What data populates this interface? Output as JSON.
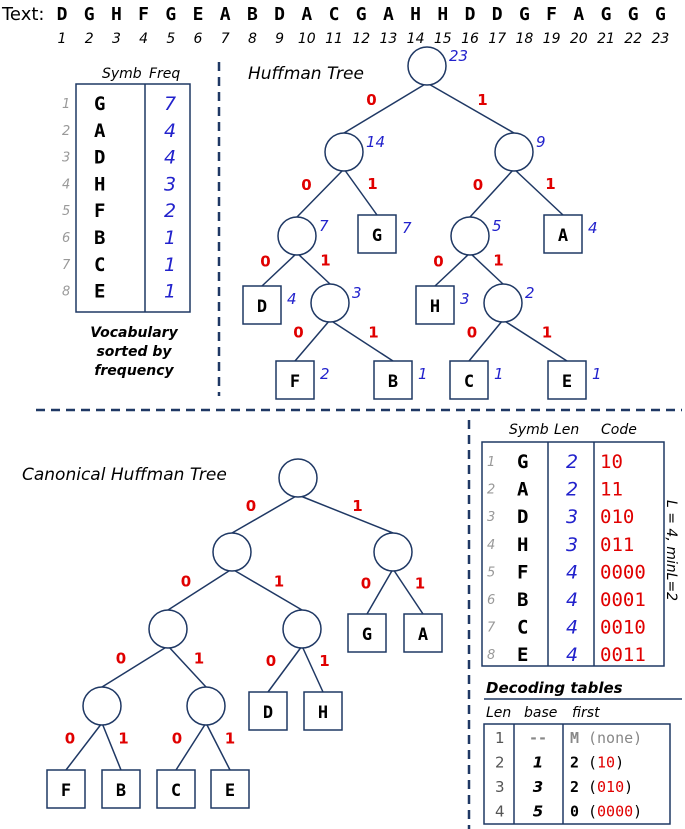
{
  "text_row": {
    "label": "Text:",
    "chars": [
      "D",
      "G",
      "H",
      "F",
      "G",
      "E",
      "A",
      "B",
      "D",
      "A",
      "C",
      "G",
      "A",
      "H",
      "H",
      "D",
      "D",
      "G",
      "F",
      "A",
      "G",
      "G",
      "G"
    ],
    "indices": [
      "1",
      "2",
      "3",
      "4",
      "5",
      "6",
      "7",
      "8",
      "9",
      "10",
      "11",
      "12",
      "13",
      "14",
      "15",
      "16",
      "17",
      "18",
      "19",
      "20",
      "21",
      "22",
      "23"
    ]
  },
  "vocab_table": {
    "headers": [
      "Symb",
      "Freq"
    ],
    "rows": [
      {
        "n": "1",
        "sym": "G",
        "freq": "7"
      },
      {
        "n": "2",
        "sym": "A",
        "freq": "4"
      },
      {
        "n": "3",
        "sym": "D",
        "freq": "4"
      },
      {
        "n": "4",
        "sym": "H",
        "freq": "3"
      },
      {
        "n": "5",
        "sym": "F",
        "freq": "2"
      },
      {
        "n": "6",
        "sym": "B",
        "freq": "1"
      },
      {
        "n": "7",
        "sym": "C",
        "freq": "1"
      },
      {
        "n": "8",
        "sym": "E",
        "freq": "1"
      }
    ],
    "caption": [
      "Vocabulary",
      "sorted by",
      "frequency"
    ]
  },
  "huffman_tree": {
    "title": "Huffman Tree",
    "internal_weights": [
      "23",
      "14",
      "9",
      "7",
      "5",
      "3",
      "2"
    ],
    "leaves": [
      {
        "sym": "G",
        "freq": "7"
      },
      {
        "sym": "A",
        "freq": "4"
      },
      {
        "sym": "D",
        "freq": "4"
      },
      {
        "sym": "H",
        "freq": "3"
      },
      {
        "sym": "F",
        "freq": "2"
      },
      {
        "sym": "B",
        "freq": "1"
      },
      {
        "sym": "C",
        "freq": "1"
      },
      {
        "sym": "E",
        "freq": "1"
      }
    ],
    "bit0": "0",
    "bit1": "1"
  },
  "canonical_tree": {
    "title": "Canonical Huffman Tree",
    "leaves": [
      "G",
      "A",
      "D",
      "H",
      "F",
      "B",
      "C",
      "E"
    ],
    "bit0": "0",
    "bit1": "1"
  },
  "code_table": {
    "headers": [
      "Symb",
      "Len",
      "Code"
    ],
    "rows": [
      {
        "n": "1",
        "sym": "G",
        "len": "2",
        "code": "10"
      },
      {
        "n": "2",
        "sym": "A",
        "len": "2",
        "code": "11"
      },
      {
        "n": "3",
        "sym": "D",
        "len": "3",
        "code": "010"
      },
      {
        "n": "4",
        "sym": "H",
        "len": "3",
        "code": "011"
      },
      {
        "n": "5",
        "sym": "F",
        "len": "4",
        "code": "0000"
      },
      {
        "n": "6",
        "sym": "B",
        "len": "4",
        "code": "0001"
      },
      {
        "n": "7",
        "sym": "C",
        "len": "4",
        "code": "0010"
      },
      {
        "n": "8",
        "sym": "E",
        "len": "4",
        "code": "0011"
      }
    ],
    "side_note": "L = 4,  minL=2"
  },
  "decoding_tables": {
    "title": "Decoding tables",
    "headers": [
      "Len",
      "base",
      "first"
    ],
    "rows": [
      {
        "len": "1",
        "base": "--",
        "first": "M",
        "code": "none"
      },
      {
        "len": "2",
        "base": "1",
        "first": "2",
        "code": "10"
      },
      {
        "len": "3",
        "base": "3",
        "first": "2",
        "code": "010"
      },
      {
        "len": "4",
        "base": "5",
        "first": "0",
        "code": "0000"
      }
    ]
  }
}
